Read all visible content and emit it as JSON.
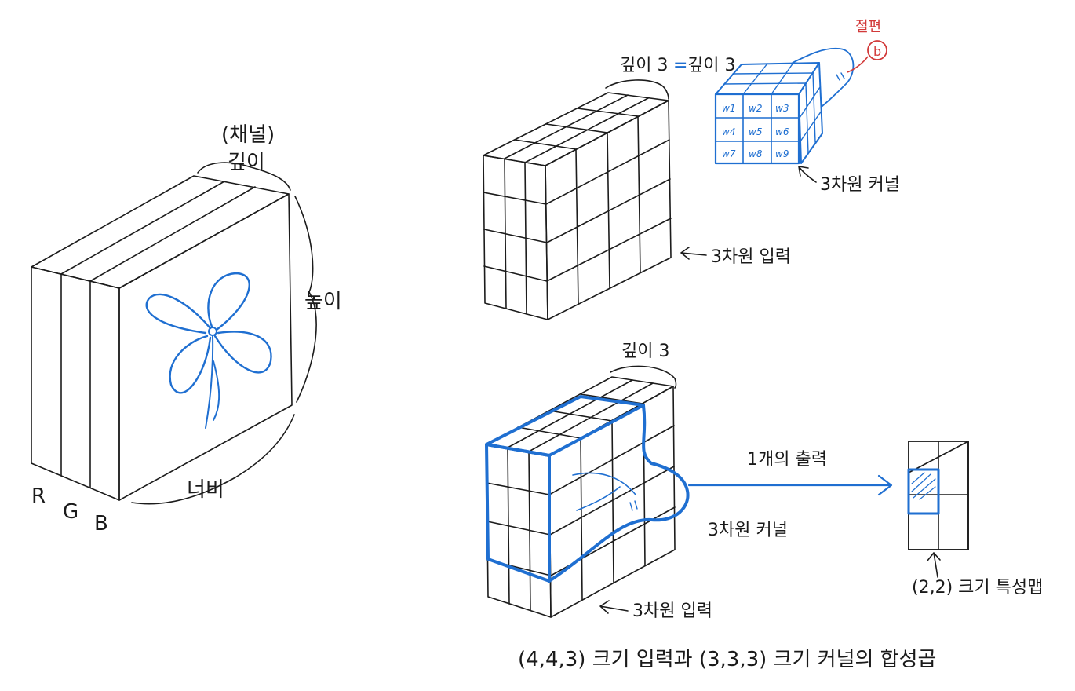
{
  "colors": {
    "ink": "#1c1c1c",
    "accent": "#1f6fd1",
    "annotation": "#d23a3a"
  },
  "left_figure": {
    "channel_label": "(채널)",
    "depth_label": "깊이",
    "height_label": "높이",
    "width_label": "너비",
    "channels": [
      "R",
      "G",
      "B"
    ]
  },
  "top_right_figure": {
    "depth_eq_left": "깊이 3",
    "depth_eq_sign": "=",
    "depth_eq_right": "깊이 3",
    "cross_section_label": "절편",
    "cross_section_marker": "b",
    "kernel_weights": [
      "w1",
      "w2",
      "w3",
      "w4",
      "w5",
      "w6",
      "w7",
      "w8",
      "w9"
    ],
    "kernel_label": "3차원 커널",
    "input_label": "3차원 입력"
  },
  "bottom_figure": {
    "depth_label": "깊이 3",
    "output_label": "1개의 출력",
    "kernel_label": "3차원 커널",
    "input_label": "3차원 입력",
    "feature_map_label": "(2,2) 크기 특성맵"
  },
  "caption": "(4,4,3) 크기 입력과 (3,3,3) 크기 커널의 합성곱"
}
